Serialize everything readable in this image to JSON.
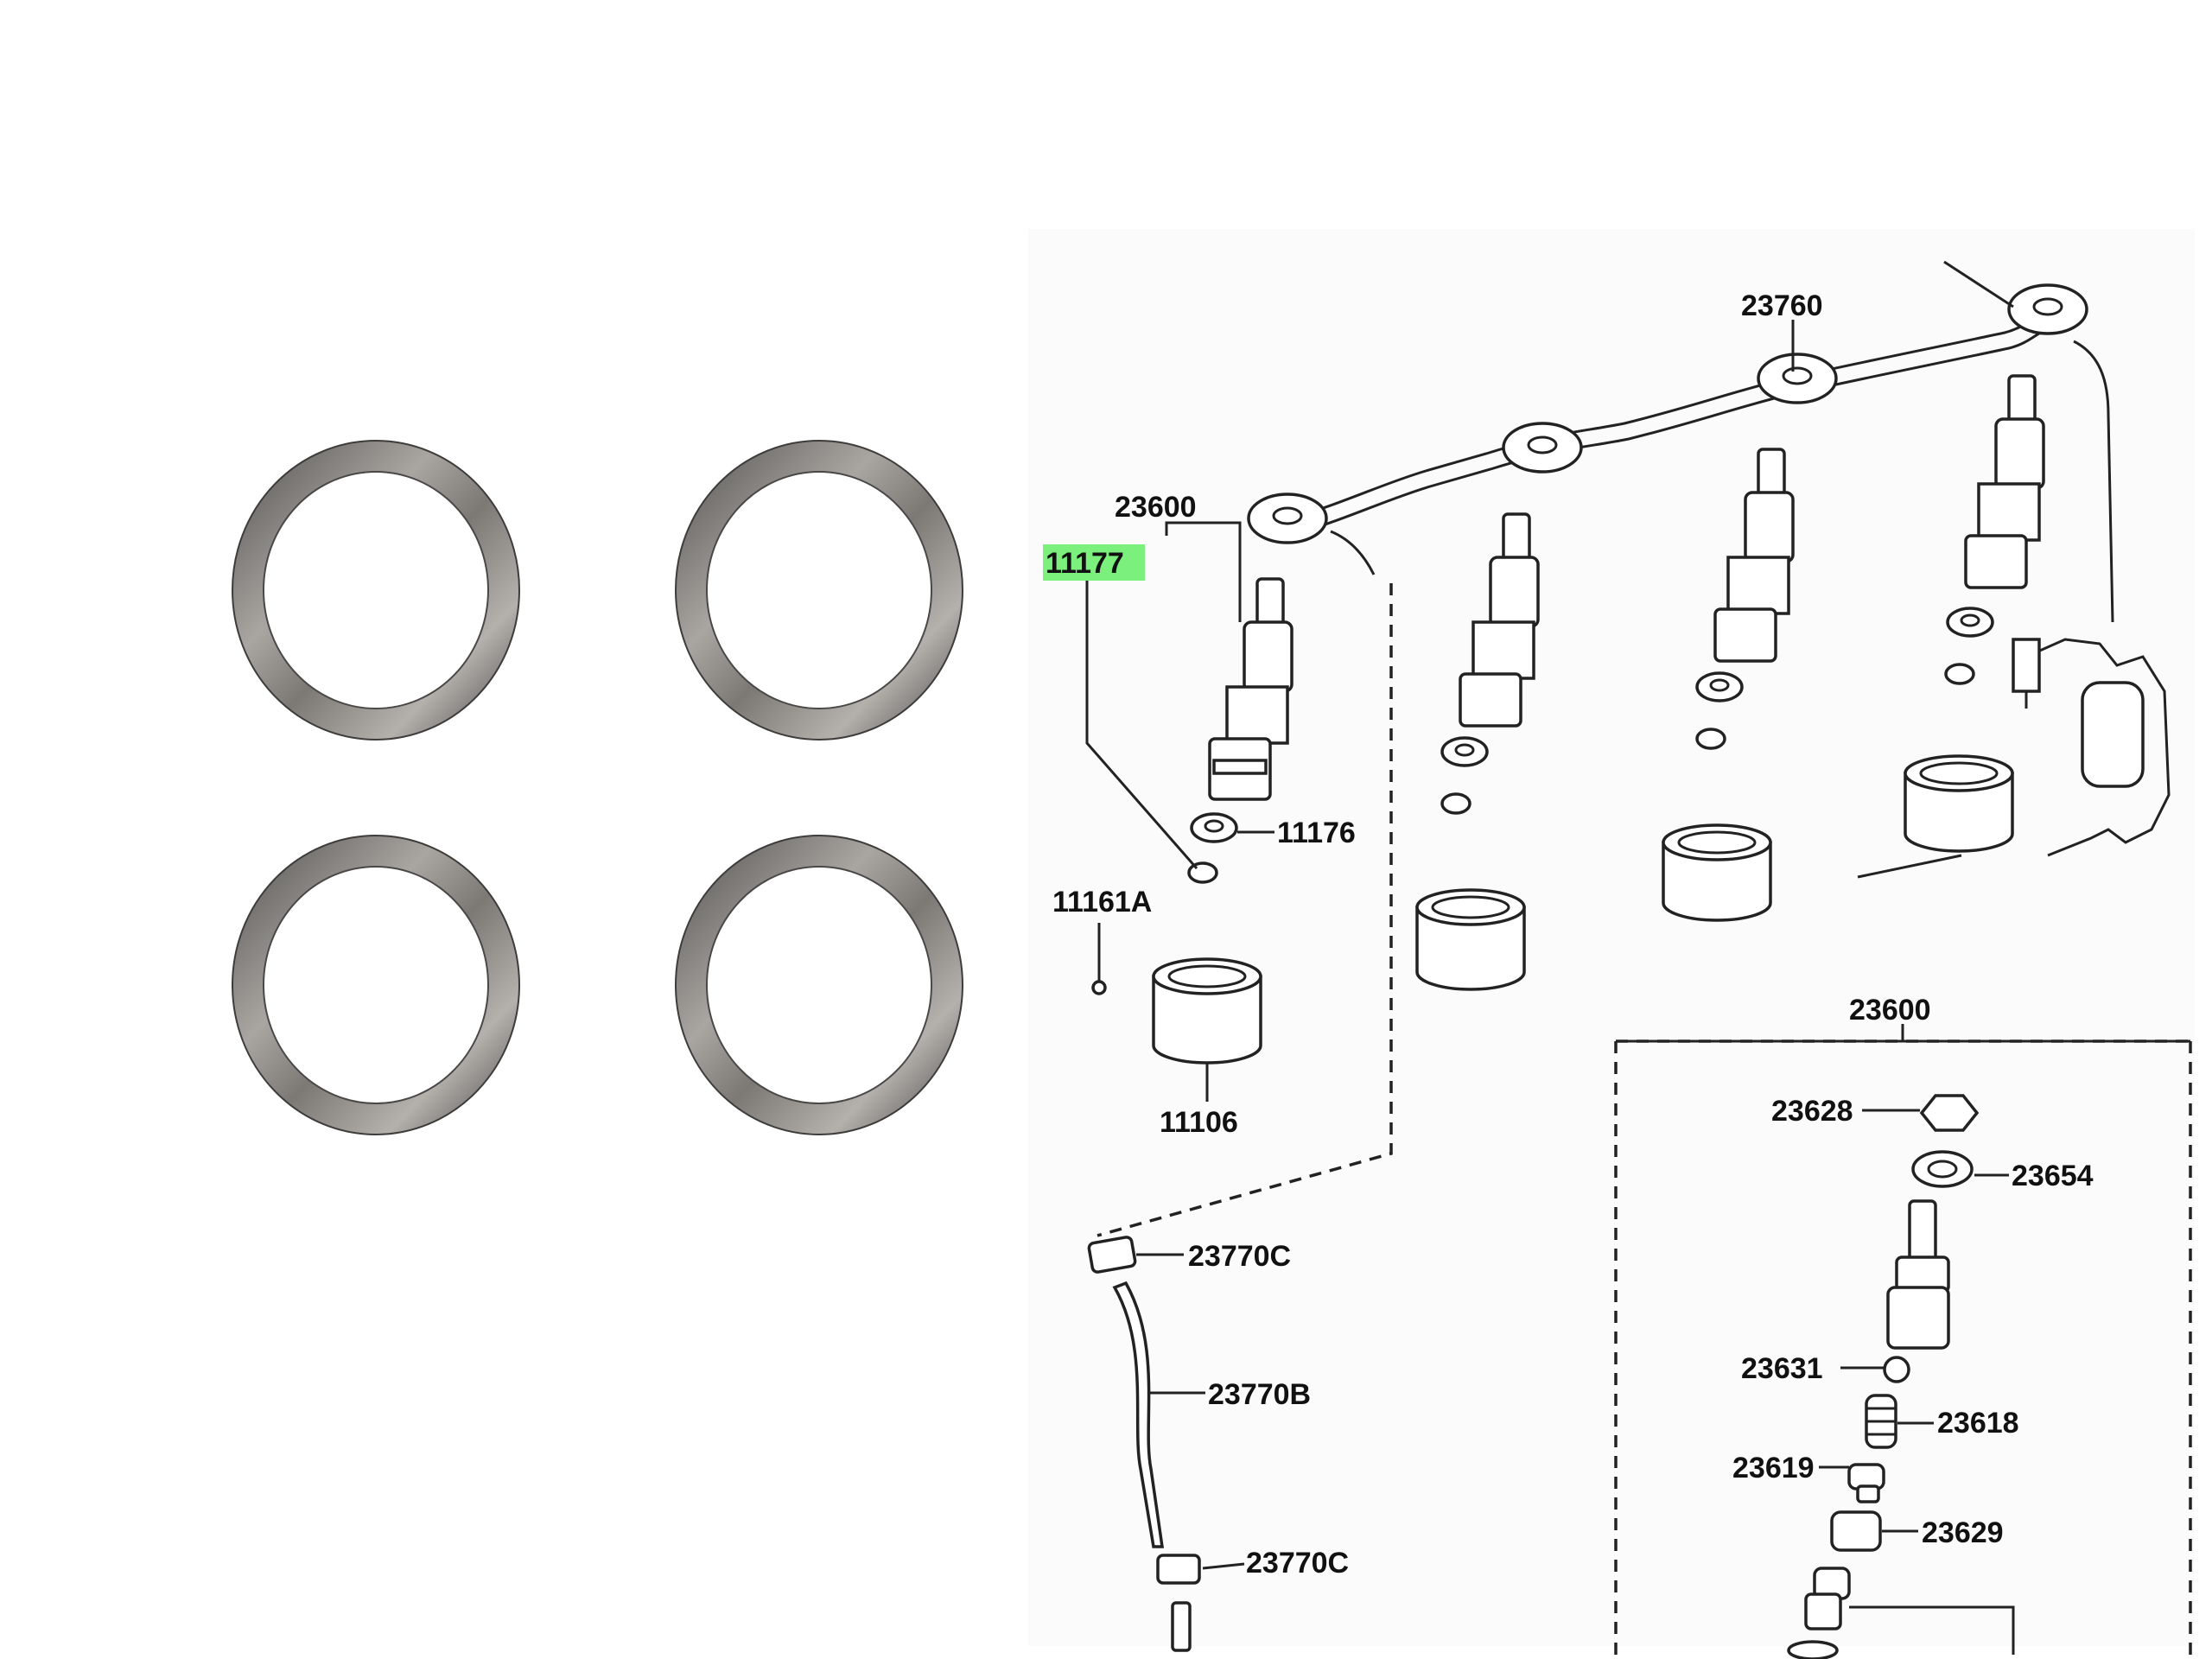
{
  "photo": {
    "washer_count": 4,
    "washer_color": "#7d7b78"
  },
  "diagram": {
    "highlight_color": "#7cf07c",
    "labels": {
      "p23760": "23760",
      "p23600_top": "23600",
      "p11177": "11177",
      "p11176": "11176",
      "p11161A": "11161A",
      "p11106": "11106",
      "p23770C_top": "23770C",
      "p23770B": "23770B",
      "p23770C_bottom": "23770C",
      "p23600_box": "23600",
      "p23628": "23628",
      "p23654": "23654",
      "p23631": "23631",
      "p23618": "23618",
      "p23619": "23619",
      "p23629": "23629"
    }
  }
}
